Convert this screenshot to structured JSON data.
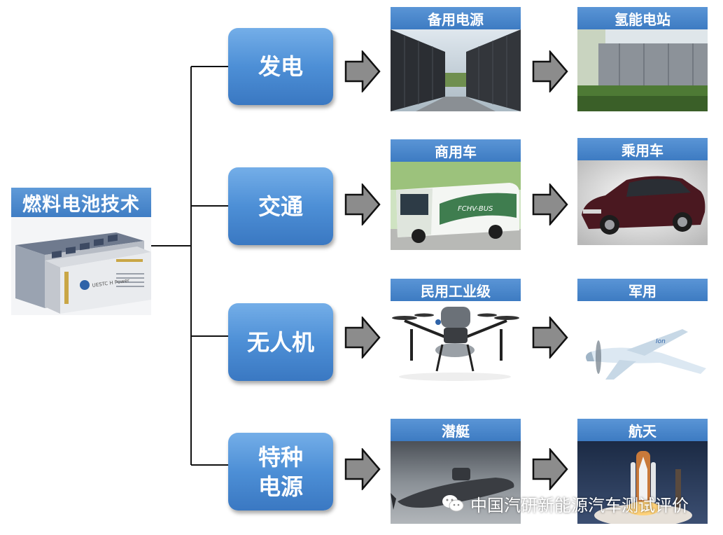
{
  "root": {
    "title": "燃料电池技术",
    "image": "fuel-cell-stack"
  },
  "categories": [
    {
      "label": "发电",
      "apps": [
        {
          "title": "备用电源",
          "image": "backup-power"
        },
        {
          "title": "氢能电站",
          "image": "hydrogen-station"
        }
      ]
    },
    {
      "label": "交通",
      "apps": [
        {
          "title": "商用车",
          "image": "fuel-cell-bus"
        },
        {
          "title": "乘用车",
          "image": "passenger-car"
        }
      ]
    },
    {
      "label": "无人机",
      "apps": [
        {
          "title": "民用工业级",
          "image": "industrial-drone"
        },
        {
          "title": "军用",
          "image": "military-uav"
        }
      ]
    },
    {
      "label": "特种\n电源",
      "apps": [
        {
          "title": "潜艇",
          "image": "submarine"
        },
        {
          "title": "航天",
          "image": "space-shuttle"
        }
      ]
    }
  ],
  "colors": {
    "box_blue": "#4d8fd6",
    "title_blue": "#3d7bc2",
    "arrow_gray": "#8c8c8c"
  },
  "watermark": {
    "icon": "wechat-icon",
    "text": "中国汽研新能源汽车测试评价"
  }
}
